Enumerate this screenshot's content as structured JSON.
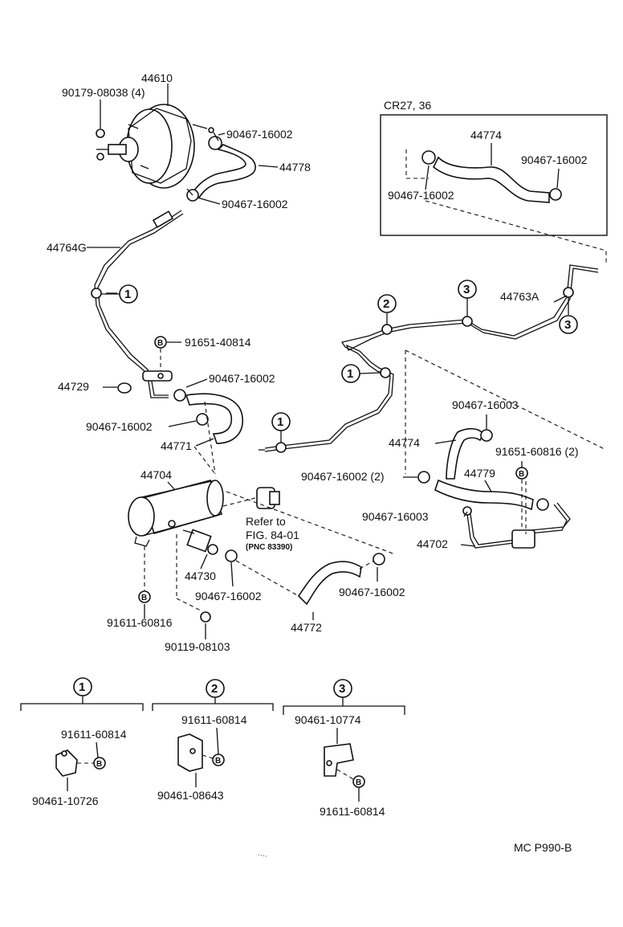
{
  "diagram_code": "MC P990-B",
  "variant_box_title": "CR27, 36",
  "parts": {
    "p44610": "44610",
    "p90179": "90179-08038 (4)",
    "p90467_a": "90467-16002",
    "p44778": "44778",
    "p90467_b": "90467-16002",
    "p44764g": "44764G",
    "p91651_40814": "91651-40814",
    "p44729": "44729",
    "p90467_c": "90467-16002",
    "p90467_d": "90467-16002",
    "p44771": "44771",
    "p44704": "44704",
    "p44730": "44730",
    "p90467_e": "90467-16002",
    "p91611_60816": "91611-60816",
    "p90119": "90119-08103",
    "p44772": "44772",
    "p90467_f": "90467-16002",
    "p44763a": "44763A",
    "p90467_16003_a": "90467-16003",
    "p44774": "44774",
    "p91651_60816": "91651-60816 (2)",
    "p90467_16002_2": "90467-16002 (2)",
    "p44779": "44779",
    "p90467_16003_b": "90467-16003",
    "p44702": "44702",
    "box_44774": "44774",
    "box_90467_r": "90467-16002",
    "box_90467_l": "90467-16002"
  },
  "refer": {
    "line1": "Refer to",
    "line2": "FIG. 84-01",
    "line3": "(PNC 83390)"
  },
  "callouts": {
    "c1": "1",
    "c2": "2",
    "c3": "3",
    "b": "B"
  },
  "detail_1": {
    "num": "1",
    "top": "91611-60814",
    "bottom": "90461-10726"
  },
  "detail_2": {
    "num": "2",
    "top": "91611-60814",
    "bottom": "90461-08643"
  },
  "detail_3": {
    "num": "3",
    "top": "90461-10774",
    "bottom": "91611-60814"
  }
}
